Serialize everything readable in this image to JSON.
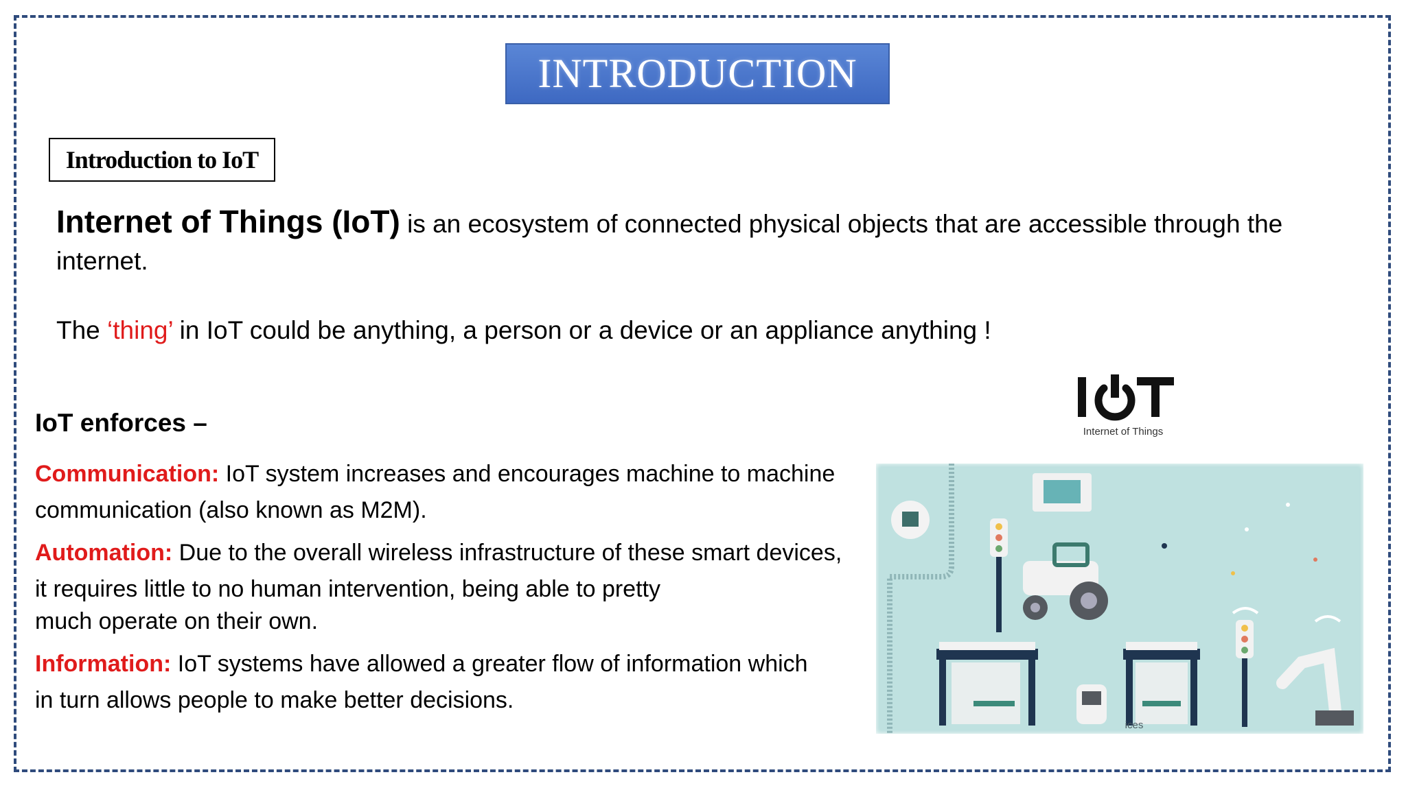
{
  "slide": {
    "title": "INTRODUCTION",
    "subtitle": "Introduction to IoT"
  },
  "definition": {
    "term": "Internet of Things (IoT)",
    "rest": " is an ecosystem of connected physical objects that are accessible through the internet."
  },
  "thing": {
    "before": "The ",
    "highlight": "‘thing’",
    "after": " in IoT could be anything, a person or a device or an appliance anything !"
  },
  "enforces": {
    "heading": "IoT enforces –",
    "communication": {
      "label": "Communication:",
      "line1": " IoT system increases and encourages machine to machine",
      "line2": " communication (also known as M2M)."
    },
    "automation": {
      "label": "Automation:",
      "line1": " Due to the overall wireless infrastructure of these smart devices,",
      "line2": "it requires little to no human intervention, being able to pretty",
      "line3": " much operate on their own."
    },
    "information": {
      "label": "Information:",
      "line1": " IoT systems have allowed a greater flow of information which",
      "line2": " in turn allows people to make better decisions."
    }
  },
  "logo": {
    "text": "IOT",
    "caption": "Internet of Things"
  },
  "illustration": {
    "caption": "ices"
  },
  "colors": {
    "title_bg": "#4a78cf",
    "accent_red": "#e01b1b",
    "frame": "#2f4b7c",
    "illustration_bg": "#b9dedd"
  }
}
